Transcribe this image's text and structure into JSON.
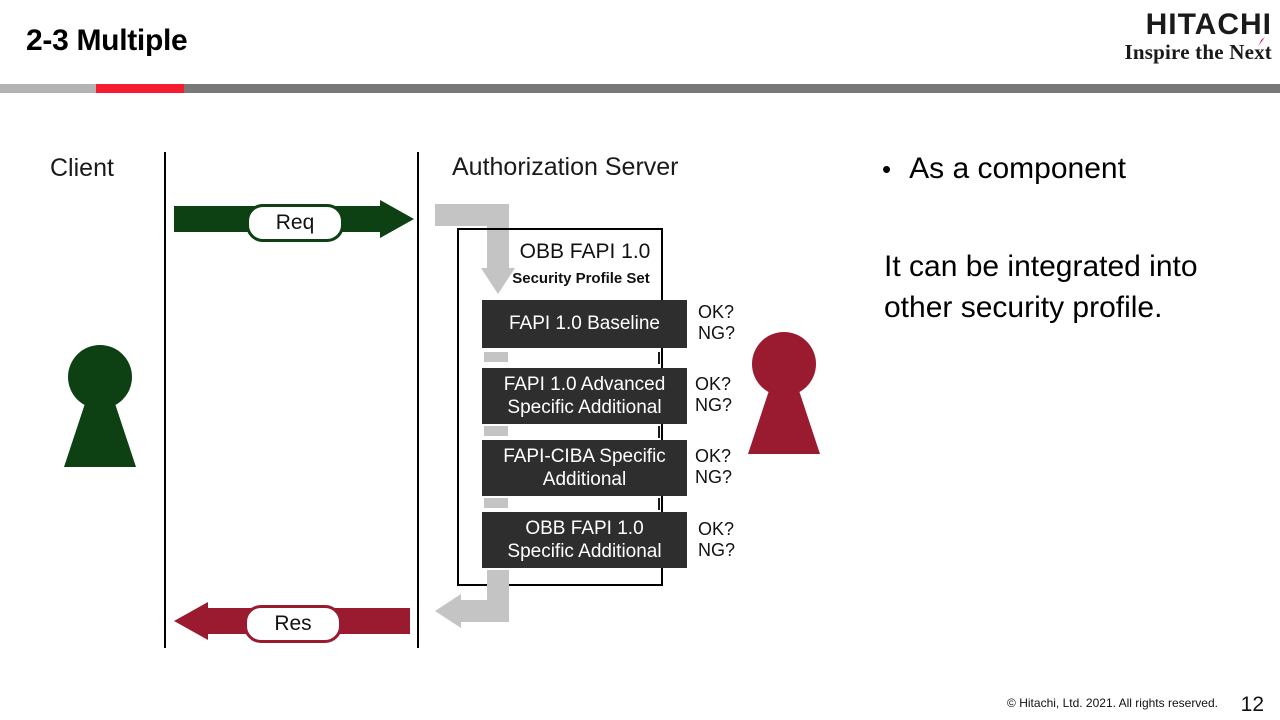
{
  "header": {
    "title": "2-3 Multiple",
    "logo_main": "HITACHI",
    "logo_tagline": "Inspire the Next",
    "rule_colors": {
      "light_gray": "#b3b3b3",
      "red": "#f41c2e",
      "dark_gray": "#787878"
    }
  },
  "diagram": {
    "lanes": [
      {
        "label": "Client"
      },
      {
        "label": "Authorization Server"
      }
    ],
    "actors": [
      {
        "name": "client-keyhole",
        "color": "#0d4012"
      },
      {
        "name": "server-keyhole",
        "color": "#9a1b2f"
      }
    ],
    "messages": [
      {
        "label": "Req",
        "direction": "right",
        "color": "#0d4012"
      },
      {
        "label": "Res",
        "direction": "left",
        "color": "#9a1b2f"
      }
    ],
    "profile_set": {
      "title": "OBB FAPI 1.0",
      "subtitle": "Security Profile Set",
      "steps": [
        {
          "label": "FAPI 1.0 Baseline",
          "verdict_ok": "OK?",
          "verdict_ng": "NG?"
        },
        {
          "label": "FAPI 1.0 Advanced\nSpecific Additional",
          "verdict_ok": "OK?",
          "verdict_ng": "NG?"
        },
        {
          "label": "FAPI-CIBA Specific\nAdditional",
          "verdict_ok": "OK?",
          "verdict_ng": "NG?"
        },
        {
          "label": "OBB FAPI 1.0\nSpecific Additional",
          "verdict_ok": "OK?",
          "verdict_ng": "NG?"
        }
      ],
      "box_color": "#2e2e2e",
      "flow_arrow_color": "#c4c4c4"
    }
  },
  "notes": {
    "bullet_marker": "•",
    "bullet": "As a component",
    "body": "It can be integrated into other security profile."
  },
  "footer": {
    "copyright": "© Hitachi, Ltd. 2021. All rights reserved.",
    "page_number": "12"
  }
}
